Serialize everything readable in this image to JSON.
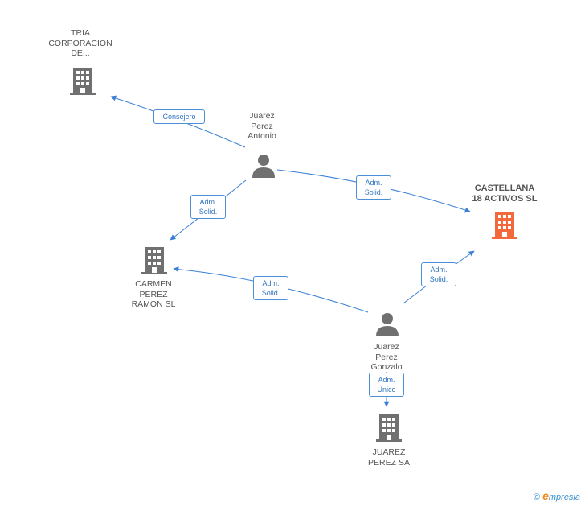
{
  "nodes": {
    "tria": {
      "label": "TRIA\nCORPORACION\nDE...",
      "type": "company"
    },
    "juarez_antonio": {
      "label": "Juarez\nPerez\nAntonio",
      "type": "person"
    },
    "castellana": {
      "label": "CASTELLANA\n18 ACTIVOS SL",
      "type": "company-focus"
    },
    "carmen": {
      "label": "CARMEN\nPEREZ\nRAMON SL",
      "type": "company"
    },
    "juarez_gonzalo": {
      "label": "Juarez\nPerez\nGonzalo",
      "type": "person"
    },
    "juarez_sa": {
      "label": "JUAREZ\nPEREZ SA",
      "type": "company"
    }
  },
  "edges": {
    "consejero": {
      "label": "Consejero"
    },
    "antonio_castellana": {
      "label": "Adm.\nSolid."
    },
    "antonio_carmen": {
      "label": "Adm.\nSolid."
    },
    "gonzalo_carmen": {
      "label": "Adm.\nSolid."
    },
    "gonzalo_castellana": {
      "label": "Adm.\nSolid."
    },
    "gonzalo_juarezsa": {
      "label": "Adm.\nUnico"
    }
  },
  "colors": {
    "edge": "#3a7fd5",
    "company": "#707070",
    "focus_company": "#f26a3c",
    "person": "#707070"
  },
  "footer": {
    "copyright": "©",
    "brand_e": "e",
    "brand_rest": "mpresia"
  }
}
